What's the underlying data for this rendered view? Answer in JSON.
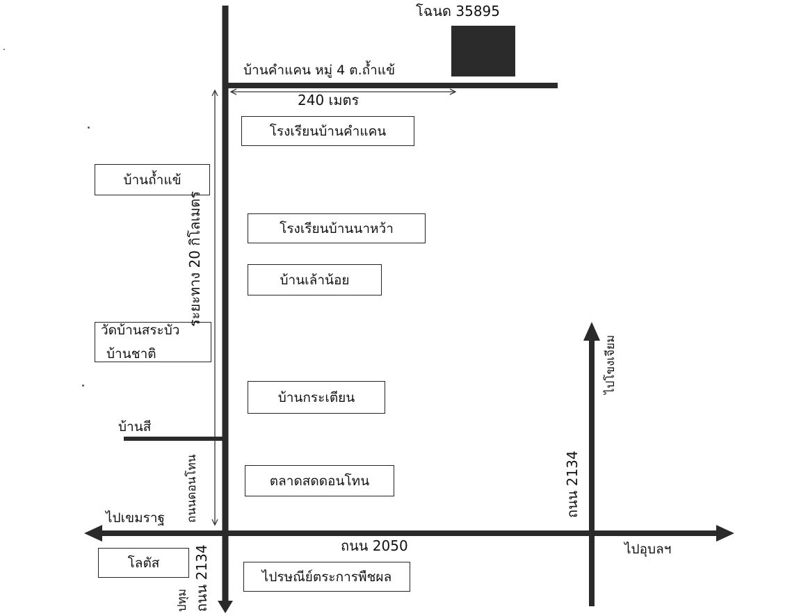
{
  "map": {
    "plot": {
      "label": "โฉนด 35895",
      "color": "#2b2b2b"
    },
    "top_road": {
      "label": "บ้านคำแคน หมู่ 4 ต.ถ้ำแข้",
      "distance": "240 เมตร"
    },
    "main_vertical_distance": "ระยะทาง 20 กิโลเมตร",
    "road_donthon": "ถนนดอนโทน",
    "road_2134_left": "ถนน 2134",
    "road_2134_left_tail": "ปทุม",
    "road_2134_right": "ถนน 2134",
    "road_2050": "ถนน 2050",
    "to_khemmarat": "ไปเขมราฐ",
    "to_ubon": "ไปอุบลฯ",
    "to_khongchiam": "ไปโขงเจียม",
    "ban_si": "บ้านสี",
    "places": {
      "school_khamkhaen": "โรงเรียนบ้านคำแคน",
      "ban_thamkhae": "บ้านถ้ำแข้",
      "school_nawa": "โรงเรียนบ้านนาหว้า",
      "ban_laonoi": "บ้านเล้าน้อย",
      "wat_sabua": "วัดบ้านสระบัว",
      "ban_chat": "บ้านชาติ",
      "ban_kratian": "บ้านกระเตียน",
      "market_donthon": "ตลาดสดดอนโทน",
      "lotus": "โลตัส",
      "post_office": "ไปรษณีย์ตระการพืชผล"
    },
    "line_color": "#2a2a2a"
  }
}
